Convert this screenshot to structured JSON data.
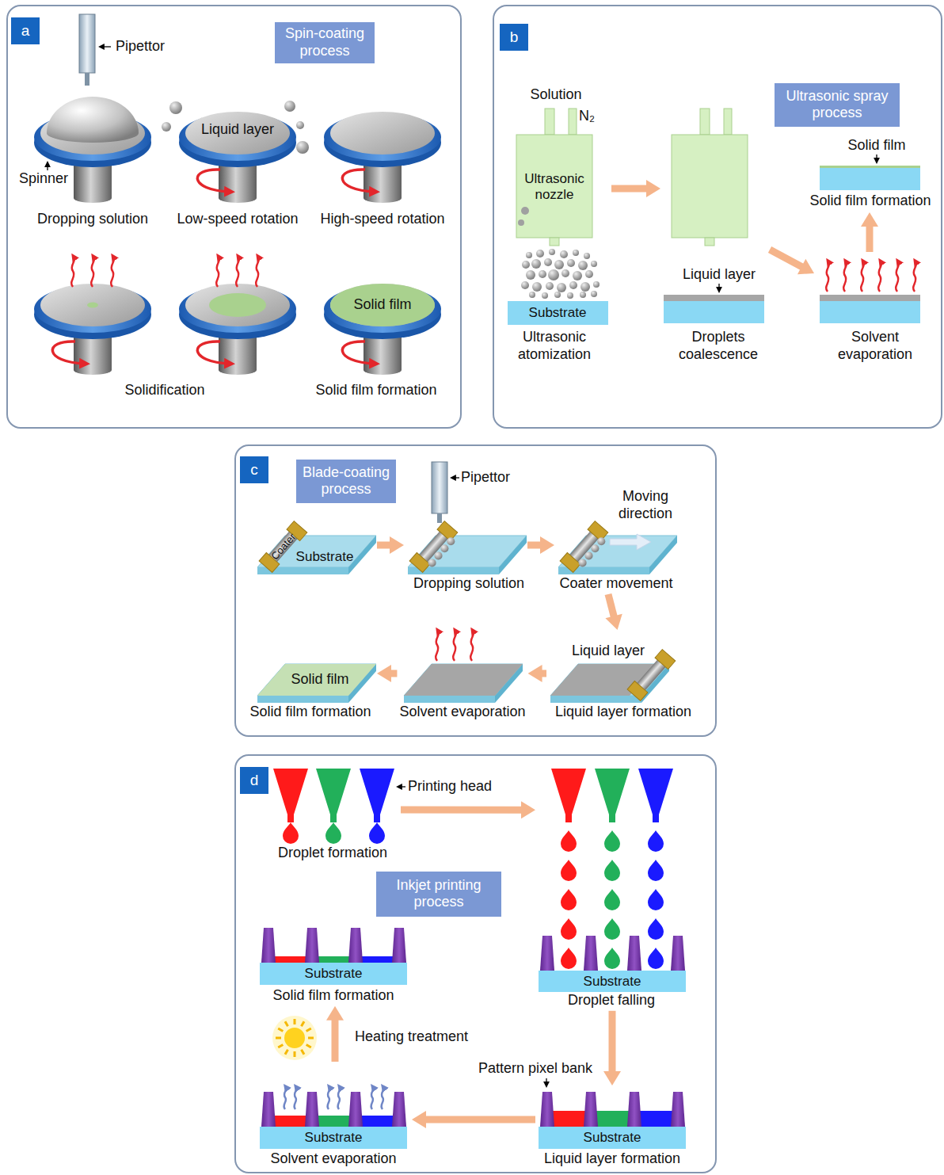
{
  "diagram": {
    "nodes": [
      {
        "text": [
          "a"
        ]
      },
      {
        "text": [
          "Spin-coating process"
        ],
        "in": 0
      },
      {
        "text": [
          "Dropping solution"
        ],
        "in": 0
      },
      {
        "text": [
          "Liquid layer",
          "Low-speed rotation"
        ],
        "in": 0
      },
      {
        "text": [
          "High-speed rotation"
        ],
        "in": 0
      },
      {
        "text": [
          "Solidification"
        ],
        "in": 0
      },
      {
        "text": [
          "Solid film",
          "Solid film formation"
        ],
        "in": 0
      },
      {
        "text": [
          "b"
        ]
      },
      {
        "text": [
          "Ultrasonic spray process"
        ],
        "in": 7
      },
      {
        "text": [
          "Ultrasonic nozzle",
          "Substrate",
          "Ultrasonic atomization"
        ],
        "in": 7
      },
      {
        "text": [
          "Liquid layer",
          "Droplets coalescence"
        ],
        "in": 7
      },
      {
        "text": [
          "Solvent evaporation"
        ],
        "in": 7
      },
      {
        "text": [
          "Solid film",
          "Solid film formation"
        ],
        "in": 7
      },
      {
        "text": [
          "c"
        ]
      },
      {
        "text": [
          "Blade-coating process"
        ],
        "in": 13
      },
      {
        "text": [
          "Coater",
          "Substrate"
        ],
        "in": 13
      },
      {
        "text": [
          "Dropping solution"
        ],
        "in": 13
      },
      {
        "text": [
          "Coater movement"
        ],
        "in": 13
      },
      {
        "text": [
          "Liquid layer",
          "Liquid layer formation"
        ],
        "in": 13
      },
      {
        "text": [
          "Solvent evaporation"
        ],
        "in": 13
      },
      {
        "text": [
          "Solid film",
          "Solid film formation"
        ],
        "in": 13
      },
      {
        "text": [
          "d"
        ]
      },
      {
        "text": [
          "Inkjet printing process"
        ],
        "in": 21
      },
      {
        "text": [
          "Droplet formation"
        ],
        "in": 21
      },
      {
        "text": [
          "Substrate",
          "Droplet falling"
        ],
        "in": 21
      },
      {
        "text": [
          "Substrate",
          "Liquid layer formation"
        ],
        "in": 21
      },
      {
        "text": [
          "Substrate",
          "Solvent evaporation"
        ],
        "in": 21
      },
      {
        "text": [
          "Substrate",
          "Solid film formation"
        ],
        "in": 21
      }
    ],
    "edges": [
      {
        "from": 9,
        "to": 10,
        "arrow": "to"
      },
      {
        "from": 10,
        "to": 11,
        "arrow": "to"
      },
      {
        "from": 11,
        "to": 12,
        "arrow": "to"
      },
      {
        "from": 15,
        "to": 16,
        "arrow": "to"
      },
      {
        "from": 16,
        "to": 17,
        "arrow": "to"
      },
      {
        "from": 17,
        "to": 18,
        "arrow": "to"
      },
      {
        "from": 18,
        "to": 19,
        "arrow": "to"
      },
      {
        "from": 19,
        "to": 20,
        "arrow": "to"
      },
      {
        "from": 23,
        "to": 24,
        "arrow": "to"
      },
      {
        "from": 24,
        "to": 25,
        "arrow": "to"
      },
      {
        "from": 25,
        "to": 26,
        "arrow": "to"
      },
      {
        "from": 26,
        "to": 27,
        "arrow": "to"
      }
    ],
    "labels": [
      "Pipettor",
      "Spinner",
      "Solution",
      "N₂",
      "Pipettor",
      "Moving direction",
      "Printing head",
      "Pattern pixel bank",
      "Heating treatment"
    ]
  }
}
